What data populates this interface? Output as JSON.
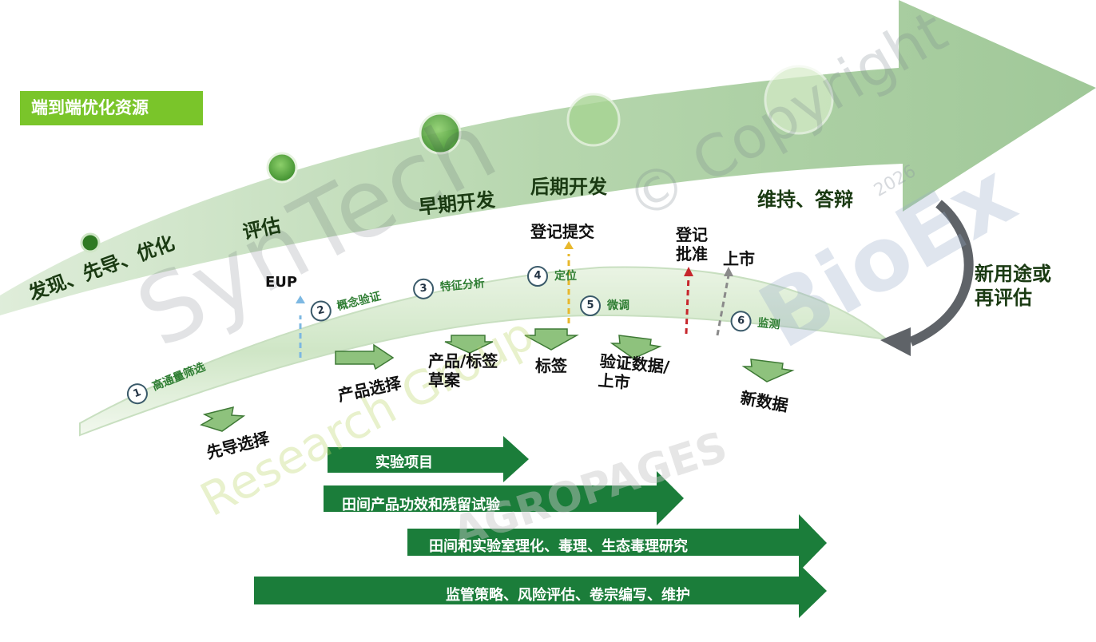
{
  "badge": "端到端优化资源",
  "stages": {
    "discover": "发现、先导、优化",
    "evaluate": "评估",
    "early": "早期开发",
    "late": "后期开发",
    "maintain": "维持、答辩"
  },
  "milestones": {
    "eup": "EUP",
    "submission": "登记提交",
    "approval": "登记\n批准",
    "launch": "上市"
  },
  "steps": [
    {
      "num": "1",
      "label": "高通量筛选"
    },
    {
      "num": "2",
      "label": "概念验证"
    },
    {
      "num": "3",
      "label": "特征分析"
    },
    {
      "num": "4",
      "label": "定位"
    },
    {
      "num": "5",
      "label": "微调"
    },
    {
      "num": "6",
      "label": "监测"
    }
  ],
  "outputs": {
    "lead_selection": "先导选择",
    "product_selection": "产品选择",
    "label_draft": "产品/标签\n草案",
    "label": "标签",
    "validation": "验证数据/\n上市",
    "new_data": "新数据"
  },
  "loop_label": "新用途或\n再评估",
  "bars": [
    "实验项目",
    "田间产品功效和残留试验",
    "田间和实验室理化、毒理、生态毒理研究",
    "监管策略、风险评估、卷宗编写、维护"
  ],
  "watermarks": {
    "syntech": "SynTech",
    "research": "Research Group",
    "copyright": "© Copyright",
    "bioex": "BioEx",
    "year": "2026",
    "agropages": "AGROPAGES"
  },
  "colors": {
    "badge": "#7ac52a",
    "bar": "#1b7d3a",
    "arrow": "#b5d7ad"
  }
}
